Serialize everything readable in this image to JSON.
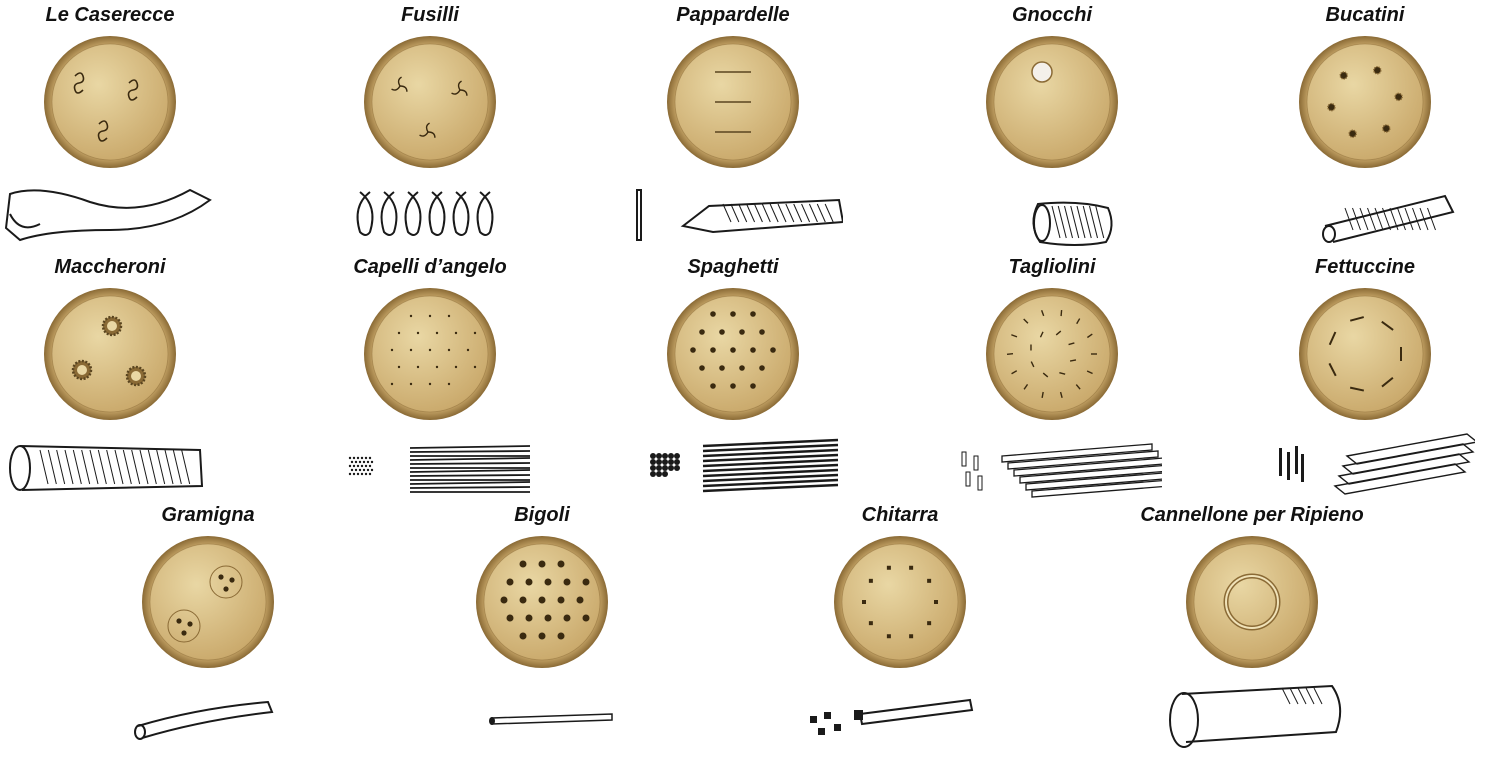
{
  "colors": {
    "brass_light": "#e9d7a4",
    "brass_mid": "#c9a86a",
    "brass_dark": "#8a6a35",
    "ink": "#1a1a1a",
    "background": "#ffffff"
  },
  "dies": [
    {
      "name": "Le Caserecce",
      "hole": "s-curve",
      "shape": "twisted-strip"
    },
    {
      "name": "Fusilli",
      "hole": "tri-arm",
      "shape": "spiral"
    },
    {
      "name": "Pappardelle",
      "hole": "slots",
      "shape": "wide-ribbon"
    },
    {
      "name": "Gnocchi",
      "hole": "single-round",
      "shape": "ridged-shell"
    },
    {
      "name": "Bucatini",
      "hole": "star-ring",
      "shape": "hollow-rod"
    },
    {
      "name": "Maccheroni",
      "hole": "large-star",
      "shape": "ridged-tube"
    },
    {
      "name": "Capelli d’angelo",
      "hole": "pinholes",
      "shape": "fine-strands"
    },
    {
      "name": "Spaghetti",
      "hole": "round-dots",
      "shape": "strands"
    },
    {
      "name": "Tagliolini",
      "hole": "short-slits",
      "shape": "flat-strands"
    },
    {
      "name": "Fettuccine",
      "hole": "slit-ring",
      "shape": "flat-ribbons"
    },
    {
      "name": "Gramigna",
      "hole": "triple-cluster",
      "shape": "thin-tube"
    },
    {
      "name": "Bigoli",
      "hole": "large-dots",
      "shape": "thick-rod"
    },
    {
      "name": "Chitarra",
      "hole": "square-ring",
      "shape": "square-rod"
    },
    {
      "name": "Cannellone per Ripieno",
      "hole": "large-ring",
      "shape": "cannellone"
    }
  ]
}
